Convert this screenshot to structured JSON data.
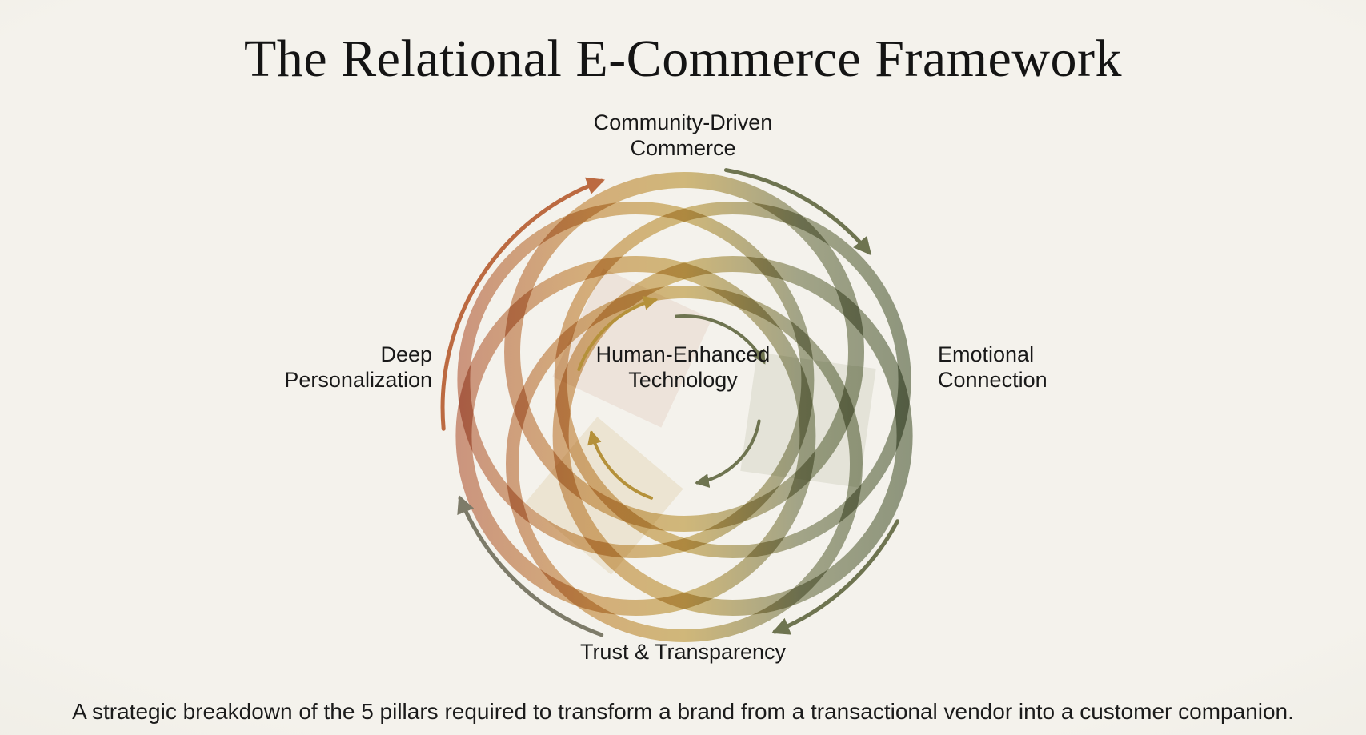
{
  "title": "The Relational E-Commerce Framework",
  "pillars": {
    "top": {
      "label": "Community-Driven\nCommerce"
    },
    "left": {
      "label": "Deep\nPersonalization"
    },
    "center": {
      "label": "Human-Enhanced\nTechnology"
    },
    "right": {
      "label": "Emotional\nConnection"
    },
    "bottom": {
      "label": "Trust & Transparency"
    }
  },
  "caption": "A strategic breakdown of the 5 pillars required to transform a brand from a transactional vendor into a customer companion.",
  "colors": {
    "background": "#f3f1ea",
    "text": "#1a1a1a",
    "rust": "#b15a3b",
    "amber": "#c08433",
    "gold": "#b99333",
    "olive": "#6f7449",
    "dark_olive": "#4d5b37",
    "arrow_rust": "#bc6a41",
    "arrow_olive": "#6e7450",
    "arrow_gold": "#b5913a",
    "arrow_gray": "#7d7b69"
  }
}
